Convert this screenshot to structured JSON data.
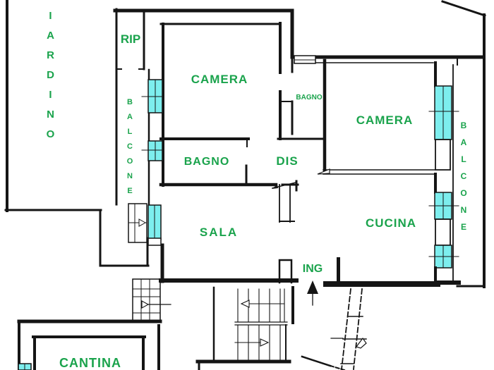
{
  "document": {
    "type": "apartment floor plan drawing",
    "language": "it"
  },
  "colors": {
    "label_green": "#1aa34c",
    "window_cyan": "#7deeee",
    "wall_black": "#151515",
    "background": "#ffffff"
  },
  "rooms": {
    "giardino": {
      "label": "GIARDINO",
      "orientation": "vertical"
    },
    "rip": {
      "label": "RIP"
    },
    "camera_nord": {
      "label": "CAMERA"
    },
    "bagno_piccolo": {
      "label": "BAGNO"
    },
    "camera_est": {
      "label": "CAMERA"
    },
    "balcone_ovest": {
      "label": "BALCONE",
      "orientation": "vertical"
    },
    "balcone_est": {
      "label": "BALCONE",
      "orientation": "vertical"
    },
    "bagno": {
      "label": "BAGNO"
    },
    "dis": {
      "label": "DIS"
    },
    "sala": {
      "label": "SALA"
    },
    "cucina": {
      "label": "CUCINA"
    },
    "ing": {
      "label": "ING"
    },
    "cantina": {
      "label": "CANTINA"
    }
  },
  "icons": {
    "entrance_arrow": "up-arrow-filled",
    "stair_direction_arrows": "open-triangle-arrows",
    "door_leaves": "open-door-leaf-marks",
    "windows": "cyan-double-pane-glazing"
  }
}
